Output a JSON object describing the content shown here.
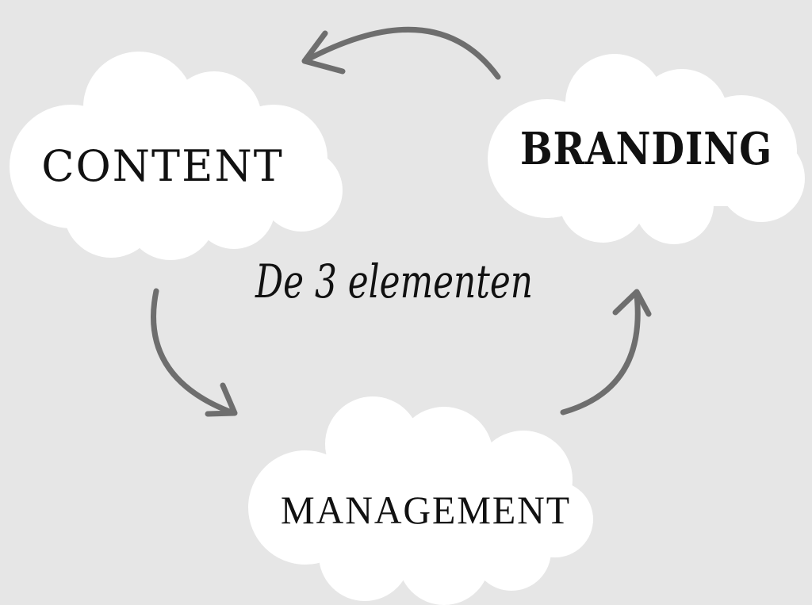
{
  "diagram": {
    "center_label": "De 3 elementen",
    "nodes": [
      {
        "id": "content",
        "label": "CONTENT"
      },
      {
        "id": "branding",
        "label": "BRANDING"
      },
      {
        "id": "management",
        "label": "MANAGEMENT"
      }
    ],
    "edges": [
      {
        "from": "branding",
        "to": "content"
      },
      {
        "from": "content",
        "to": "management"
      },
      {
        "from": "management",
        "to": "branding"
      }
    ]
  },
  "colors": {
    "background": "#e6e6e6",
    "cloud": "#ffffff",
    "arrow": "#6e6e6e",
    "text": "#111111"
  }
}
